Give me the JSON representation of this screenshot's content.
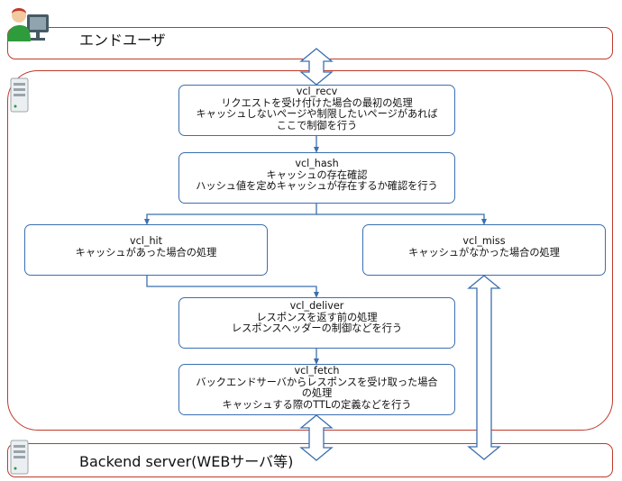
{
  "layers": {
    "end_user": "エンドユーザ",
    "backend": "Backend server(WEBサーバ等)"
  },
  "steps": {
    "recv": {
      "name": "vcl_recv",
      "lines": [
        "リクエストを受け付けた場合の最初の処理",
        "キャッシュしないページや制限したいページがあれば",
        "ここで制御を行う"
      ]
    },
    "hash": {
      "name": "vcl_hash",
      "lines": [
        "キャッシュの存在確認",
        "ハッシュ値を定めキャッシュが存在するか確認を行う"
      ]
    },
    "hit": {
      "name": "vcl_hit",
      "lines": [
        "キャッシュがあった場合の処理"
      ]
    },
    "miss": {
      "name": "vcl_miss",
      "lines": [
        "キャッシュがなかった場合の処理"
      ]
    },
    "deliver": {
      "name": "vcl_deliver",
      "lines": [
        "レスポンスを返す前の処理",
        "レスポンスヘッダーの制御などを行う"
      ]
    },
    "fetch": {
      "name": "vcl_fetch",
      "lines": [
        "バックエンドサーバからレスポンスを受け取った場合",
        "の処理",
        "キャッシュする際のTTLの定義などを行う"
      ]
    }
  },
  "icons": {
    "user": "user-at-computer-icon",
    "server": "server-icon"
  },
  "colors": {
    "frame_border": "#c0392b",
    "box_border": "#3b6fb0",
    "connector": "#3b6fb0",
    "double_arrow": "#3b6fb0"
  }
}
